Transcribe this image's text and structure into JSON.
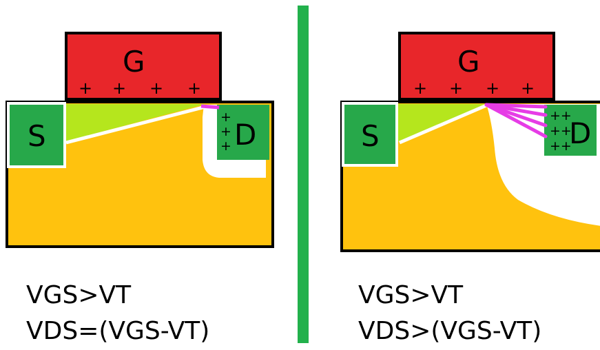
{
  "panels": [
    {
      "gate_label": "G",
      "source_label": "S",
      "drain_label": "D",
      "gate_charges": [
        "+",
        "+",
        "+",
        "+"
      ],
      "drain_charges": [
        "+",
        "+",
        "+"
      ],
      "caption_line1": "VGS>VT",
      "caption_line2": "VDS=(VGS-VT)"
    },
    {
      "gate_label": "G",
      "source_label": "S",
      "drain_label": "D",
      "gate_charges": [
        "+",
        "+",
        "+",
        "+"
      ],
      "drain_charges": [
        "++",
        "++",
        "++"
      ],
      "caption_line1": "VGS>VT",
      "caption_line2": "VDS>(VGS-VT)"
    }
  ],
  "colors": {
    "gate": "#e8262a",
    "source_drain": "#27a84a",
    "channel": "#b5e61d",
    "substrate": "#ffc20e",
    "depletion": "#ffffff",
    "pinch_off_lines": "#e63ce6",
    "divider": "#22b14c"
  }
}
